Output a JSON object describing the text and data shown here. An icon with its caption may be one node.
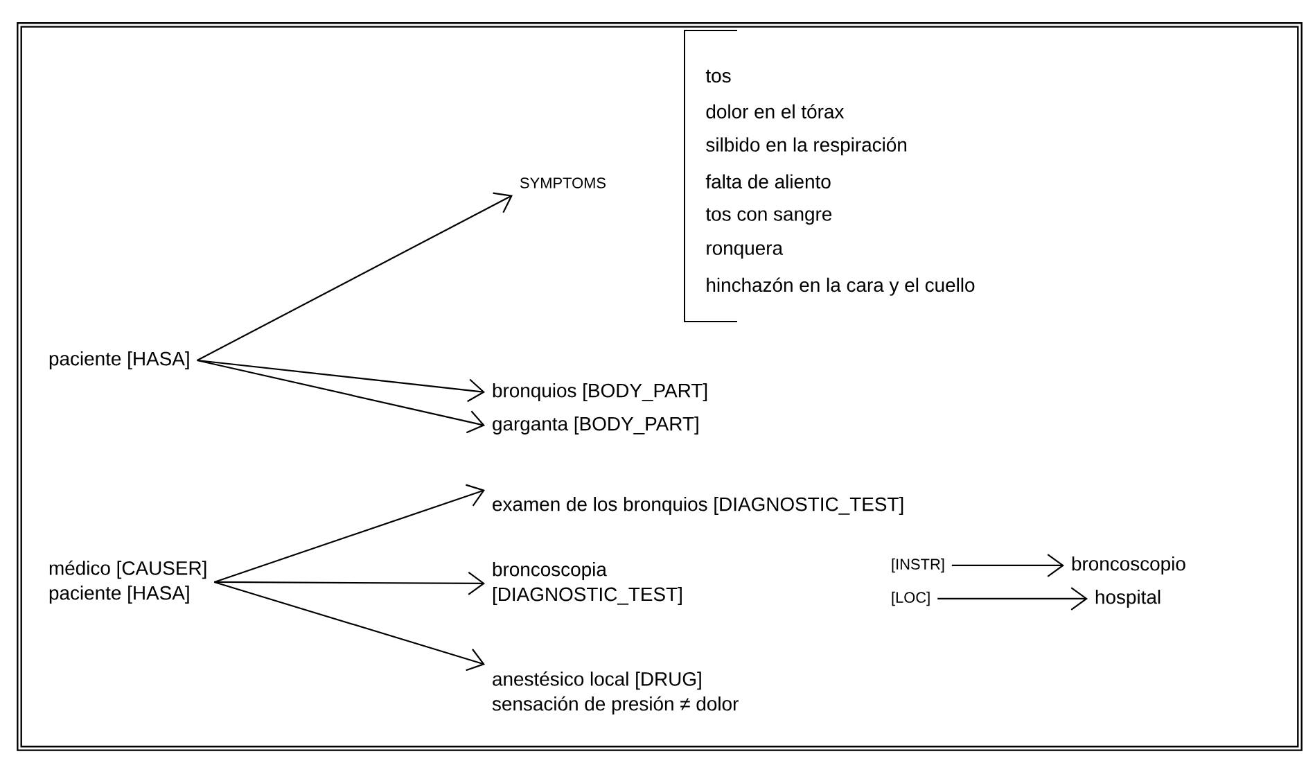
{
  "diagram": {
    "nodes": [
      {
        "text": [
          "paciente [HASA]"
        ]
      },
      {
        "text": [
          "SYMPTOMS"
        ]
      },
      {
        "text": [
          "bronquios [BODY_PART]"
        ]
      },
      {
        "text": [
          "garganta [BODY_PART]"
        ]
      },
      {
        "text": [
          "médico [CAUSER]",
          "paciente [HASA]"
        ]
      },
      {
        "text": [
          "examen de los bronquios [DIAGNOSTIC_TEST]"
        ]
      },
      {
        "text": [
          "broncoscopia [DIAGNOSTIC_TEST]"
        ]
      },
      {
        "text": [
          "[INSTR]"
        ]
      },
      {
        "text": [
          "[LOC]"
        ]
      },
      {
        "text": [
          "broncoscopio"
        ]
      },
      {
        "text": [
          "hospital"
        ]
      },
      {
        "text": [
          "anestésico local [DRUG]",
          "sensación de presión ≠ dolor"
        ]
      }
    ],
    "edges": [
      {
        "from": 0,
        "to": 1,
        "arrow": "to"
      },
      {
        "from": 0,
        "to": 2,
        "arrow": "to"
      },
      {
        "from": 0,
        "to": 3,
        "arrow": "to"
      },
      {
        "from": 4,
        "to": 5,
        "arrow": "to"
      },
      {
        "from": 4,
        "to": 6,
        "arrow": "to"
      },
      {
        "from": 4,
        "to": 11,
        "arrow": "to"
      },
      {
        "from": 7,
        "to": 9,
        "arrow": "to"
      },
      {
        "from": 8,
        "to": 10,
        "arrow": "to"
      }
    ],
    "labels": [
      "tos",
      "dolor en el tórax",
      "silbido en la respiración",
      "falta de aliento",
      "tos con sangre",
      "ronquera",
      "hinchazón en la cara y el cuello"
    ]
  }
}
